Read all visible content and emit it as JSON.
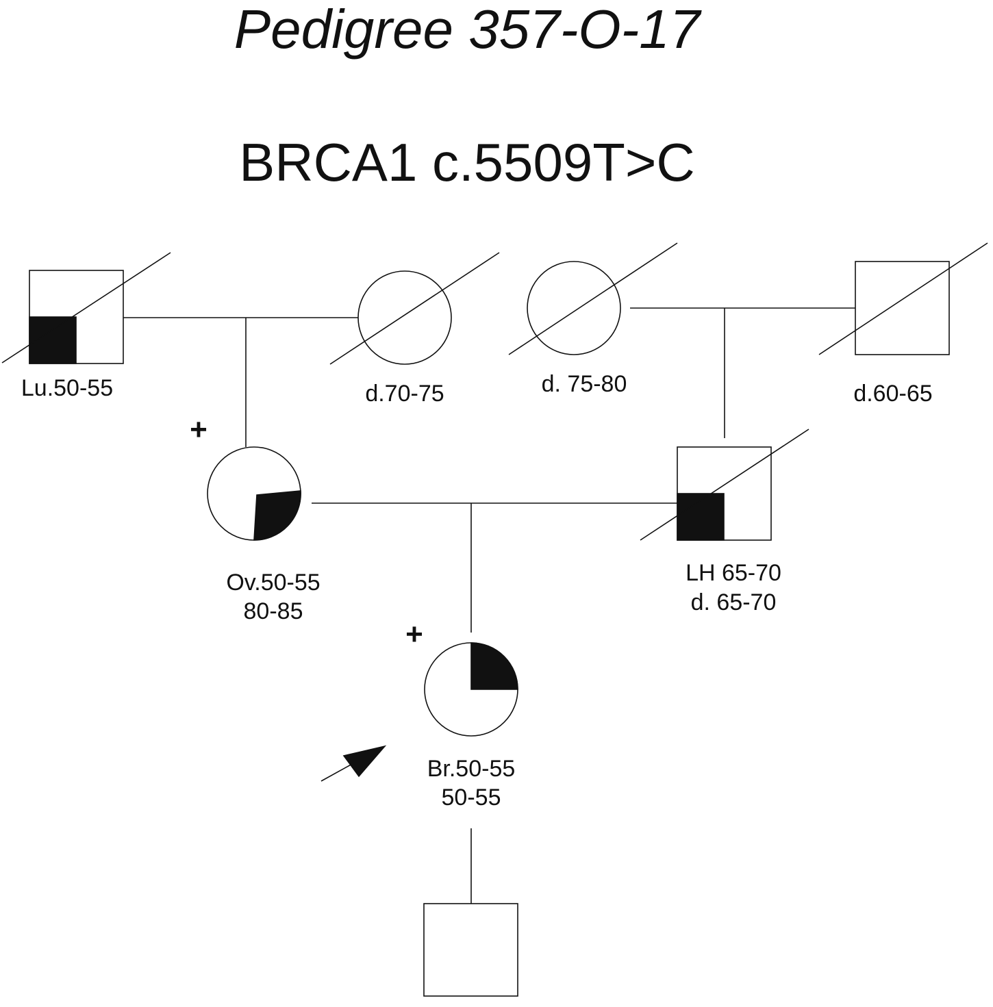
{
  "title": "Pedigree 357-O-17",
  "subtitle": "BRCA1 c.5509T>C",
  "individuals": [
    {
      "id": "paternal-grandfather",
      "label": [
        "Lu.50-55"
      ]
    },
    {
      "id": "paternal-grandmother",
      "label": [
        "d.70-75"
      ]
    },
    {
      "id": "maternal-grandmother",
      "label": [
        "d. 75-80"
      ]
    },
    {
      "id": "maternal-grandfather",
      "label": [
        "d.60-65"
      ]
    },
    {
      "id": "mother",
      "label": [
        "Ov.50-55",
        "80-85"
      ],
      "carrier_mark": "+"
    },
    {
      "id": "father",
      "label": [
        "LH 65-70",
        "d. 65-70"
      ]
    },
    {
      "id": "proband",
      "label": [
        "Br.50-55",
        "50-55"
      ],
      "carrier_mark": "+"
    },
    {
      "id": "son",
      "label": []
    }
  ]
}
